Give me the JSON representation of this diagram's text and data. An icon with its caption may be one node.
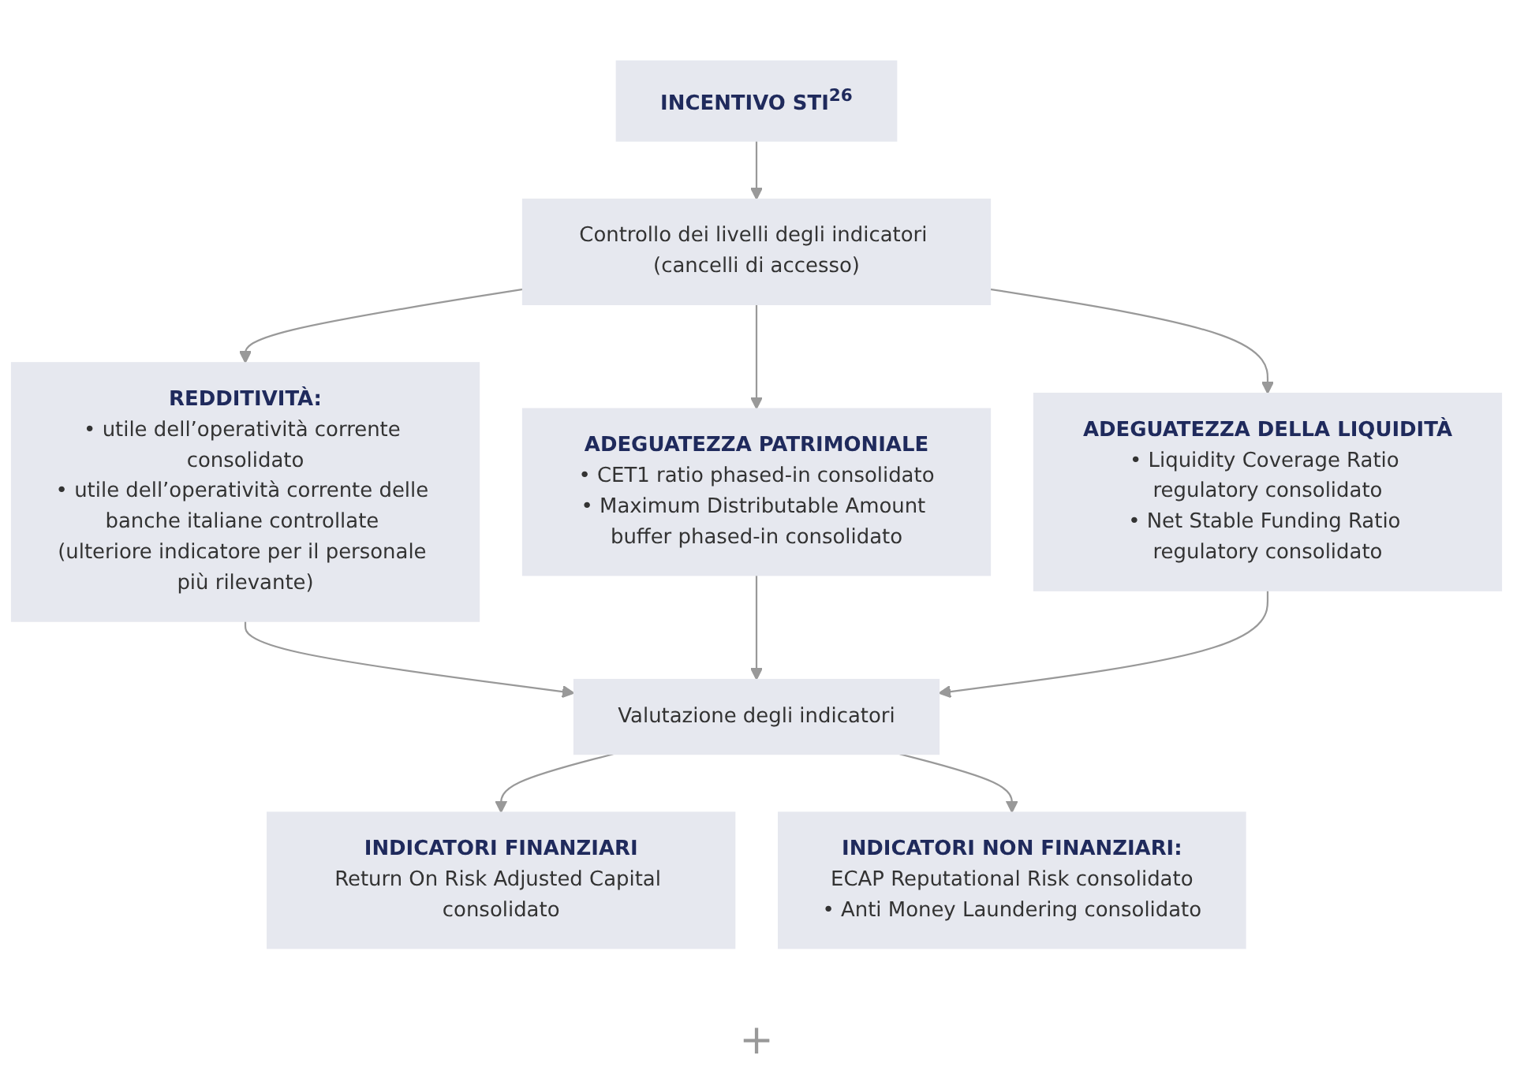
{
  "diagram": {
    "nodes": [
      {
        "text": [
          "INCENTIVO STI$^{26}$"
        ]
      },
      {
        "text": [
          "Controllo dei livelli degli indicatori (cancelli di accesso)"
        ]
      },
      {
        "text": [
          "REDDITIVITÀ:",
          "• utile dell’operatività corrente consolidato",
          "• utile dell’operatività corrente delle banche italiane controllate (ulteriore indicatore per il personale più rilevante)"
        ]
      },
      {
        "text": [
          "ADEGUATEZZA PATRIMONIALE",
          "• CET1 ratio phased-in consolidato",
          "• Maximum Distributable Amount buffer phased-in consolidato"
        ]
      },
      {
        "text": [
          "ADEGUATEZZA DELLA LIQUIDITÀ",
          "• Liquidity Coverage Ratio regulatory consolidato",
          "• Net Stable Funding Ratio regulatory consolidato"
        ]
      },
      {
        "text": [
          "Valutazione degli indicatori"
        ]
      },
      {
        "text": [
          "INDICATORI FINANZIARI",
          "Return On Risk Adjusted Capital consolidato"
        ]
      },
      {
        "text": [
          "INDICATORI NON FINANZIARI:",
          "ECAP Reputational Risk consolidato",
          "• Anti Money Laundering consolidato"
        ]
      }
    ],
    "edges": [
      {
        "from": 0,
        "to": 1,
        "arrow": "to"
      },
      {
        "from": 1,
        "to": 2,
        "arrow": "to"
      },
      {
        "from": 1,
        "to": 3,
        "arrow": "to"
      },
      {
        "from": 1,
        "to": 4,
        "arrow": "to"
      },
      {
        "from": 2,
        "to": 5,
        "arrow": "to"
      },
      {
        "from": 3,
        "to": 5,
        "arrow": "to"
      },
      {
        "from": 4,
        "to": 5,
        "arrow": "to"
      },
      {
        "from": 5,
        "to": 6,
        "arrow": "to"
      },
      {
        "from": 5,
        "to": 7,
        "arrow": "to"
      }
    ],
    "labels": [
      "+"
    ]
  }
}
